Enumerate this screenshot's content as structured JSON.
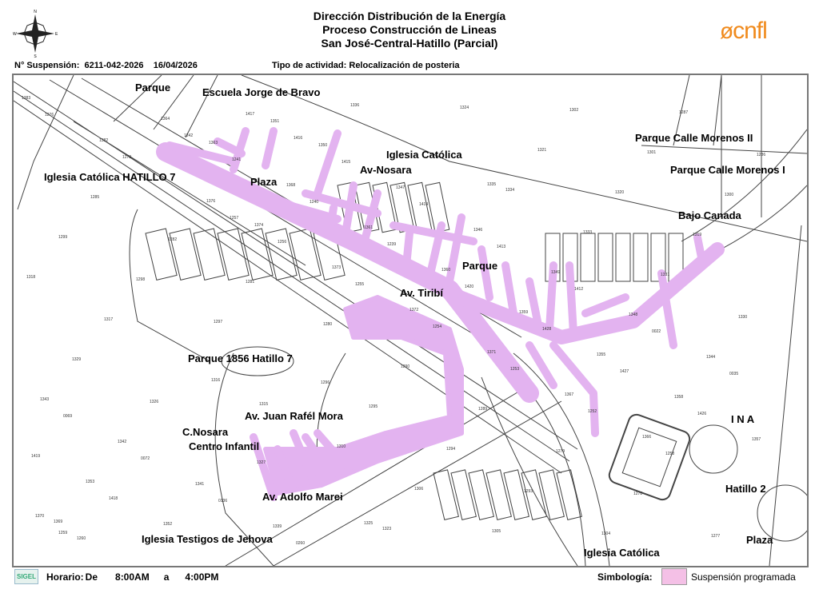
{
  "header": {
    "title_lines": [
      "Dirección Distribución de la Energía",
      "Proceso Construcción de Lineas",
      "San José-Central-Hatillo (Parcial)"
    ],
    "suspension_label": "N° Suspensión:",
    "suspension_number": "6211-042-2026",
    "date": "16/04/2026",
    "activity_label": "Tipo de actividad:",
    "activity": "Relocalización de posteria",
    "logo_text": "cnfl",
    "compass_icon": "compass-rose-icon"
  },
  "map": {
    "highlight_color": "#e3b3f0",
    "labels": [
      "Parque",
      "Escuela Jorge de Bravo",
      "Iglesia Católica HATILLO 7",
      "Plaza",
      "Iglesia Católica",
      "Av-Nosara",
      "Parque Calle Morenos II",
      "Parque Calle Morenos I",
      "Bajo Canada",
      "Parque",
      "Av. Tiribí",
      "Parque 1856 Hatillo 7",
      "Av. Juan Rafél Mora",
      "C.Nosara",
      "Centro Infantil",
      "Av. Adolfo Marei",
      "I N A",
      "Hatillo 2",
      "Iglesia Testigos de Jehova",
      "Plaza",
      "Iglesia Católica"
    ],
    "parcels": [
      "1383",
      "1382",
      "1376",
      "1374",
      "1373",
      "1372",
      "1371",
      "1367",
      "1366",
      "1370",
      "1369",
      "1364",
      "1363",
      "1368",
      "1361",
      "1360",
      "1359",
      "1355",
      "1358",
      "1357",
      "1353",
      "1352",
      "1351",
      "1350",
      "1347",
      "1346",
      "1349",
      "1348",
      "1344",
      "1343",
      "1342",
      "1341",
      "1339",
      "1336",
      "1335",
      "1334",
      "1333",
      "1331",
      "1330",
      "1329",
      "1326",
      "1327",
      "1325",
      "1323",
      "1324",
      "1321",
      "1320",
      "1319",
      "1318",
      "1317",
      "1316",
      "1315",
      "1310",
      "1306",
      "1305",
      "1302",
      "1301",
      "1300",
      "1299",
      "1298",
      "1297",
      "1296",
      "1295",
      "1294",
      "1293",
      "1304",
      "1287",
      "1286",
      "1285",
      "1282",
      "1281",
      "1280",
      "1290",
      "1289",
      "1279",
      "1278",
      "1277",
      "1276",
      "1273",
      "1257",
      "1256",
      "1255",
      "1254",
      "1253",
      "1252",
      "1258",
      "1259",
      "1260",
      "1242",
      "1241",
      "1240",
      "1239",
      "1420",
      "1428",
      "1427",
      "1426",
      "1419",
      "1418",
      "1417",
      "1416",
      "1415",
      "1414",
      "1413",
      "1412",
      "0022",
      "0035",
      "0069",
      "0072",
      "0136",
      "0260"
    ]
  },
  "footer": {
    "logo": "SIGEL",
    "schedule_label": "Horario:",
    "from_label": "De",
    "start": "8:00AM",
    "to_label": "a",
    "end": "4:00PM",
    "legend_label": "Simbología:",
    "legend_item": "Suspensión programada",
    "legend_color": "#f4c0e6"
  }
}
